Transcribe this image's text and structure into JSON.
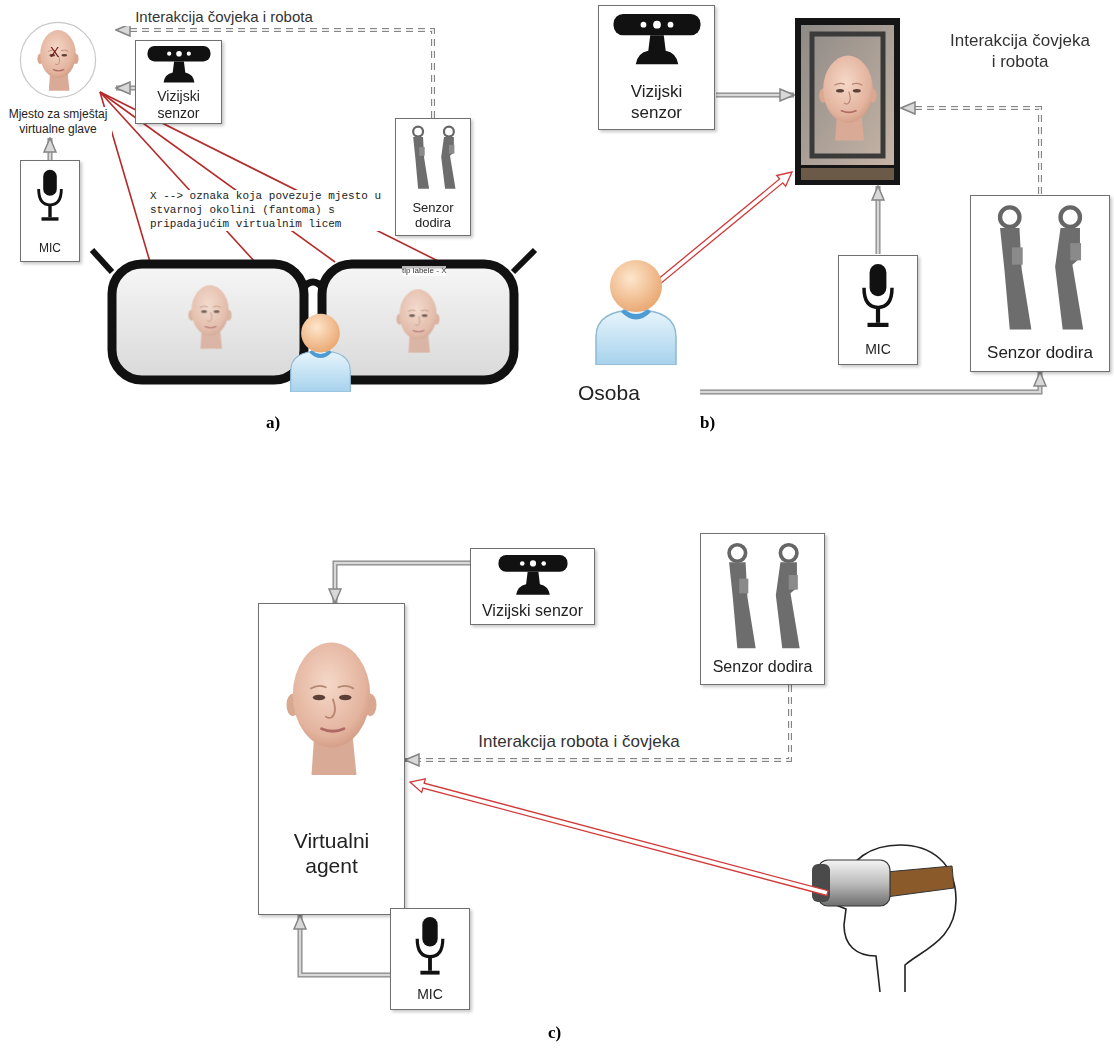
{
  "diagram": {
    "nodes": [
      {
        "text": [
          "Mjesto za smještaj virtualne glave"
        ]
      },
      {
        "text": [
          "Vizijski senzor"
        ]
      },
      {
        "text": [
          "Senzor dodira"
        ]
      },
      {
        "text": [
          "MIC"
        ]
      },
      {
        "text": [
          "Vizijski senzor"
        ]
      },
      {
        "text": [
          "Senzor dodira"
        ]
      },
      {
        "text": [
          "Osoba"
        ]
      },
      {
        "text": [
          "MIC"
        ]
      },
      {
        "text": [
          "Virtualni agent"
        ]
      },
      {
        "text": [
          "Vizijski senzor"
        ]
      },
      {
        "text": [
          "Senzor dodira"
        ]
      },
      {
        "text": [
          "MIC"
        ]
      }
    ],
    "edges": [
      {
        "from": 1,
        "to": 0,
        "arrow": "to"
      },
      {
        "from": 2,
        "to": 0,
        "label": "Interakcija čovjeka i robota",
        "arrow": "to"
      },
      {
        "from": 3,
        "to": 0,
        "arrow": "to"
      },
      {
        "from": 6,
        "to": 5,
        "arrow": "to"
      },
      {
        "from": 9,
        "to": 8,
        "arrow": "to"
      },
      {
        "from": 10,
        "to": 8,
        "label": "Interakcija robota i čovjeka",
        "arrow": "to"
      },
      {
        "from": 11,
        "to": 8,
        "arrow": "to"
      }
    ],
    "labels": [
      "X",
      "X --> oznaka koja povezuje mjesto u stvarnoj okolini (fantoma) s pripadajućim virtualnim licem",
      "tip labele - X",
      "a)",
      "Interakcija čovjeka i robota",
      "b)",
      "c)"
    ]
  }
}
